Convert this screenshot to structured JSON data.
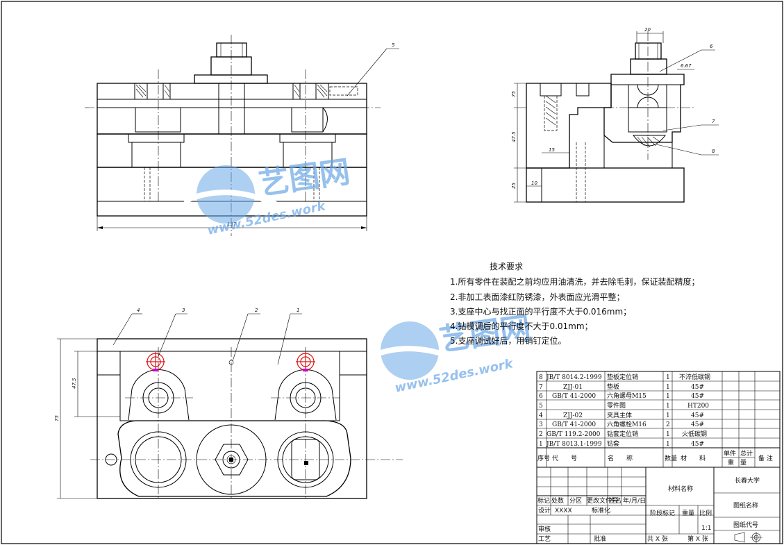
{
  "balloons": {
    "front": [
      "5"
    ],
    "side": [
      "6",
      "7",
      "8"
    ],
    "top": [
      "4",
      "3",
      "2",
      "1"
    ]
  },
  "dimensions": {
    "front_width": "197",
    "side_top": "20",
    "side_offset": "6.67",
    "side_h1": "75",
    "side_h2": "47.5",
    "side_w": "15",
    "side_h3": "25",
    "side_w2": "10",
    "top_h1": "47.5",
    "top_h2": "75"
  },
  "watermark": {
    "brand": "艺图网",
    "url": "www.52des.work"
  },
  "requirements": {
    "title": "技术要求",
    "items": [
      "1.所有零件在装配之前均应用油清洗，并去除毛刺，保证装配精度；",
      "2.非加工表面漆红防锈漆，外表面应光滑平整；",
      "3.支座中心与找正面的平行度不大于0.016mm；",
      "4.钻模调后的平行度不大于0.01mm；",
      "5.支座调试好后，用销钉定位。"
    ]
  },
  "bom": {
    "headers": {
      "seq": "序号",
      "code": "代　　号",
      "name": "名　　称",
      "qty": "数量",
      "material": "材　　料",
      "unit_weight": "单件",
      "total_weight": "总计",
      "weight": "重　量",
      "remark": "备 注"
    },
    "rows": [
      {
        "seq": "8",
        "code": "JB/T 8014.2-1999",
        "name": "垫板定位销",
        "qty": "1",
        "material": "不淬低碳钢"
      },
      {
        "seq": "7",
        "code": "ZJJ-01",
        "name": "垫板",
        "qty": "1",
        "material": "45#"
      },
      {
        "seq": "6",
        "code": "GB/T 41-2000",
        "name": "六角螺母M15",
        "qty": "1",
        "material": "45#"
      },
      {
        "seq": "5",
        "code": "",
        "name": "零件图",
        "qty": "1",
        "material": "HT200"
      },
      {
        "seq": "4",
        "code": "ZJJ-02",
        "name": "夹具主体",
        "qty": "1",
        "material": "45#"
      },
      {
        "seq": "3",
        "code": "GB/T 41-2000",
        "name": "六角螺栓M16",
        "qty": "2",
        "material": "45#"
      },
      {
        "seq": "2",
        "code": "GB/T 119.2-2000",
        "name": "钻套定位销",
        "qty": "1",
        "material": "火低碳钢"
      },
      {
        "seq": "1",
        "code": "JB/T 8013.1-1999",
        "name": "钻套",
        "qty": "1",
        "material": "45#"
      }
    ]
  },
  "title_block": {
    "material_name": "材料名称",
    "school": "长春大学",
    "drawing_name": "图纸名称",
    "drawing_code": "图纸代号",
    "mark": "标记",
    "count": "处数",
    "zone": "分区",
    "change_doc": "更改文件号",
    "sign": "签名",
    "date": "年/月/日",
    "design": "设计",
    "designer": "XXXX",
    "standardize": "标准化",
    "stage": "阶段标记",
    "weight": "重量",
    "scale_label": "比例",
    "scale": "1:1",
    "review": "审核",
    "process": "工艺",
    "approve": "批准",
    "sheets_total": "共 X 张",
    "sheet_no": "第 X 张"
  },
  "colors": {
    "line": "#000000",
    "red": "#e01010",
    "magenta": "#d000d0",
    "watermark": "#6aa8e6"
  }
}
